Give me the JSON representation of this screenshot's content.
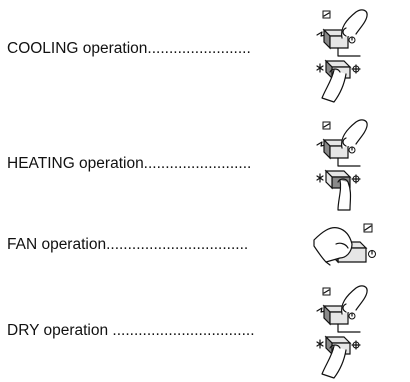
{
  "operations": [
    {
      "label": "COOLING operation........................",
      "icon": "dual-switch-cooling-icon"
    },
    {
      "label": "HEATING operation.........................",
      "icon": "dual-switch-heating-icon"
    },
    {
      "label": "FAN operation.................................",
      "icon": "fan-switch-icon"
    },
    {
      "label": "DRY operation .................................",
      "icon": "dual-switch-dry-icon"
    }
  ]
}
